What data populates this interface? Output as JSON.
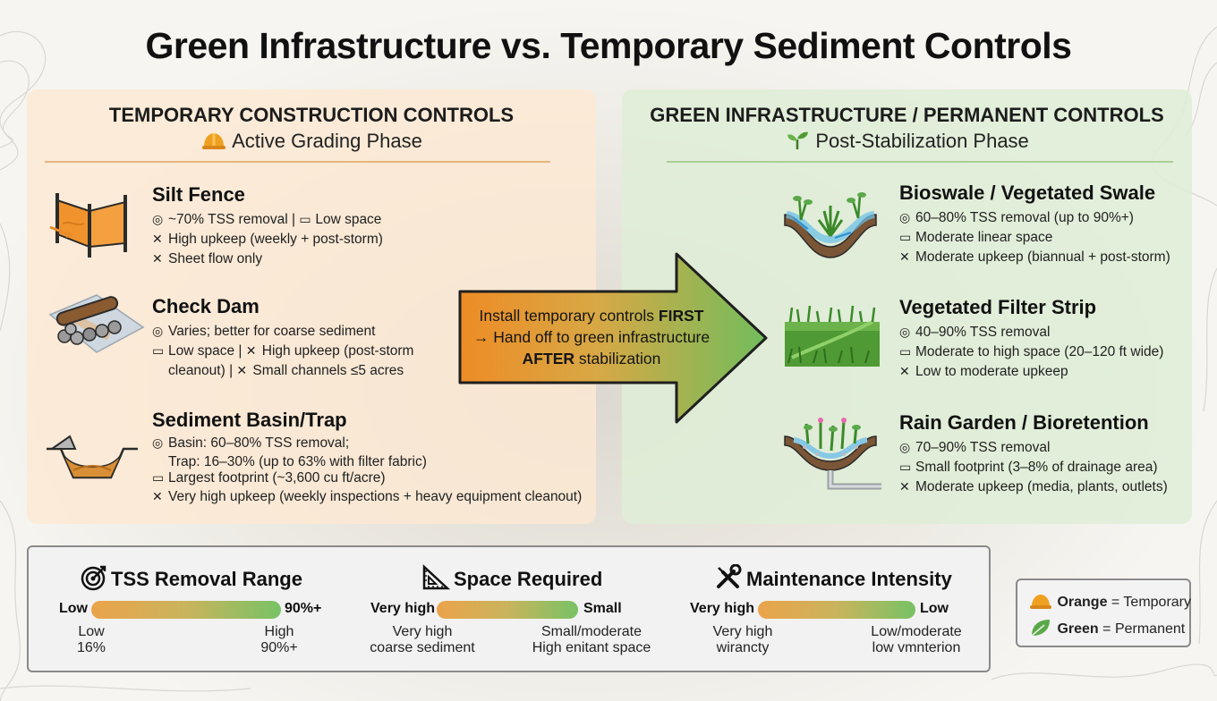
{
  "title": "Green Infrastructure vs. Temporary Sediment Controls",
  "colors": {
    "temporary": "#e98b2a",
    "permanent": "#5aa84a",
    "accent_dark": "#3a7a1e"
  },
  "temporary": {
    "heading": "TEMPORARY CONSTRUCTION CONTROLS",
    "subheading": "Active Grading Phase",
    "items": [
      {
        "title": "Silt Fence",
        "lines": [
          "~70% TSS removal | ",
          "Low space",
          "High upkeep (weekly + post-storm)",
          "Sheet flow only"
        ]
      },
      {
        "title": "Check Dam",
        "lines": [
          "Varies; better for coarse sediment",
          "Low space | ",
          "High upkeep (post-storm",
          "cleanout) | ",
          "Small channels ≤5 acres"
        ]
      },
      {
        "title": "Sediment Basin/Trap",
        "lines": [
          "Basin: 60–80% TSS removal;",
          "Trap: 16–30% (up to 63% with filter fabric)",
          "Largest footprint (~3,600 cu ft/acre)",
          "Very high upkeep (weekly inspections + heavy equipment cleanout)"
        ]
      }
    ]
  },
  "permanent": {
    "heading": "GREEN INFRASTRUCTURE / PERMANENT CONTROLS",
    "subheading": "Post-Stabilization Phase",
    "items": [
      {
        "title": "Bioswale / Vegetated Swale",
        "lines": [
          "60–80% TSS removal (up to 90%+)",
          "Moderate linear space",
          "Moderate upkeep (biannual + post-storm)"
        ]
      },
      {
        "title": "Vegetated Filter Strip",
        "lines": [
          "40–90% TSS removal",
          "Moderate to high space (20–120 ft wide)",
          "Low to moderate upkeep"
        ]
      },
      {
        "title": "Rain Garden / Bioretention",
        "lines": [
          "70–90% TSS removal",
          "Small footprint (3–8% of drainage area)",
          "Moderate upkeep (media, plants, outlets)"
        ]
      }
    ]
  },
  "arrow": {
    "line1_pre": "Install temporary controls ",
    "line1_bold": "FIRST",
    "line2": "→ Hand off to green infrastructure",
    "line3_bold": "AFTER",
    "line3_post": " stabilization"
  },
  "legend": {
    "tss": {
      "heading": "TSS Removal Range",
      "left": "Low",
      "right": "90%+",
      "note_left": [
        "Low",
        "16%"
      ],
      "note_right": [
        "High",
        "90%+"
      ]
    },
    "space": {
      "heading": "Space Required",
      "left": "Very high",
      "right": "Small",
      "note_left": [
        "Very high",
        "coarse sediment"
      ],
      "note_right": [
        "Small/moderate",
        "High enitant space"
      ]
    },
    "maint": {
      "heading": "Maintenance Intensity",
      "left": "Very high",
      "right": "Low",
      "note_left": [
        "Very high",
        "wirancty"
      ],
      "note_right": [
        "Low/moderate",
        "low vmnterion"
      ]
    }
  },
  "key": {
    "orange_label": "Orange",
    "orange_value": " = Temporary",
    "green_label": "Green",
    "green_value": " = Permanent"
  }
}
